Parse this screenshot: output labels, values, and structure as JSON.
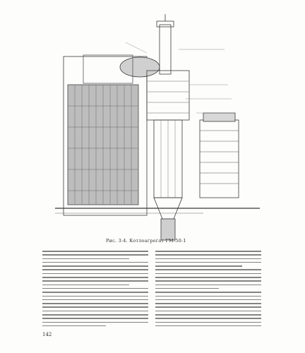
{
  "document": {
    "caption": "Рис. 3-4. Котлоагрегат ГМ-50-1",
    "page_number": "142"
  },
  "paragraphs": {
    "left_lines": [
      1,
      1,
      1,
      0.9,
      1,
      1,
      1,
      1,
      1,
      0.95,
      1,
      1,
      1,
      1,
      1,
      1,
      1,
      1,
      1,
      1,
      0.7
    ],
    "right_lines": [
      1,
      1,
      1,
      1,
      0.9,
      1,
      1,
      1,
      1,
      1,
      0.6,
      1,
      1,
      1,
      1,
      1,
      1,
      1,
      1,
      1,
      1,
      1,
      0.8
    ]
  },
  "colors": {
    "ink": "#333333",
    "paper": "#fdfdfc"
  }
}
